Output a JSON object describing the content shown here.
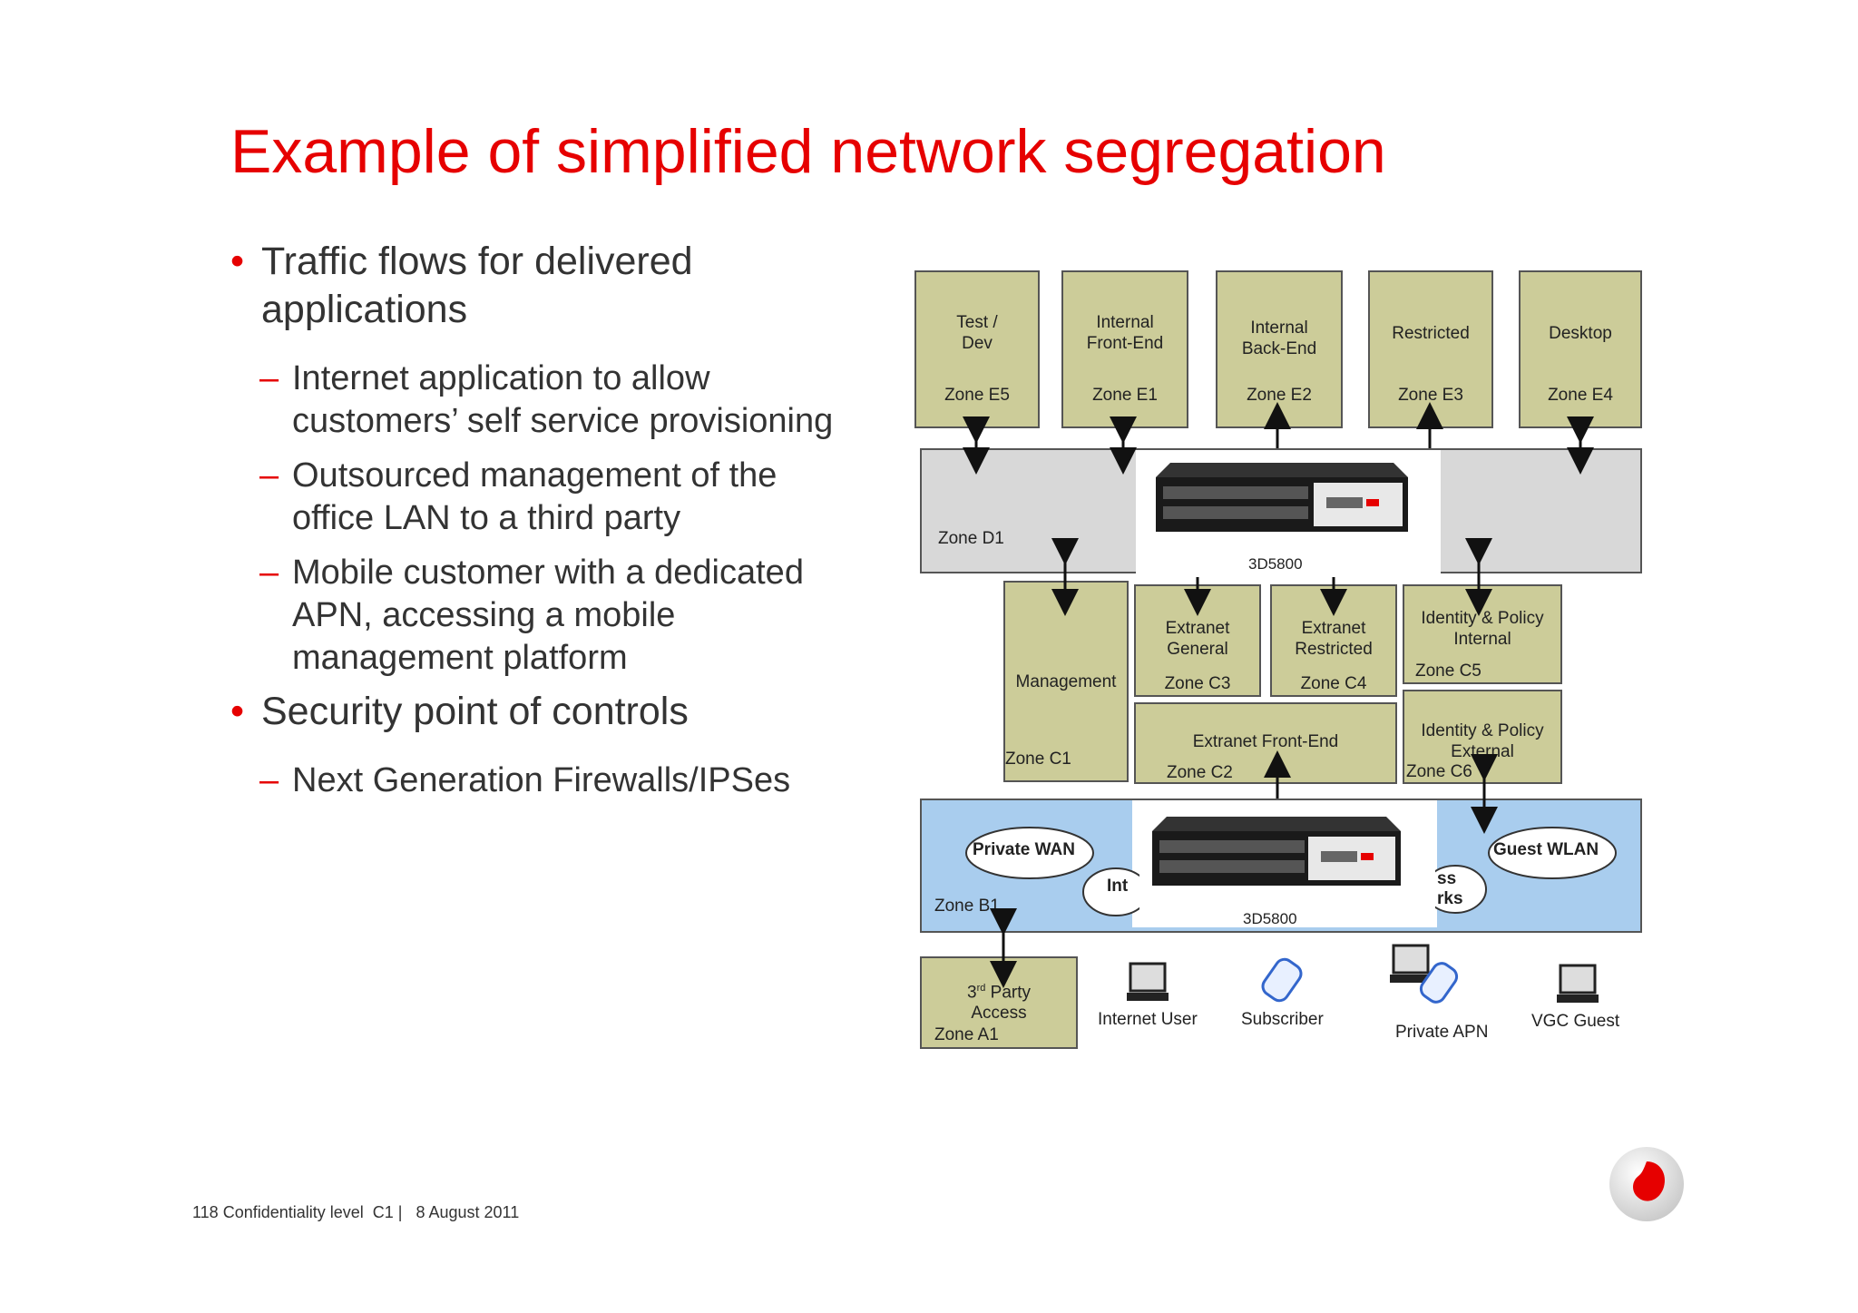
{
  "title": "Example of simplified network segregation",
  "bullets": [
    {
      "text": "Traffic flows for delivered applications",
      "subs": [
        "Internet application to allow customers’ self service provisioning",
        "Outsourced management of the office LAN to a third party",
        "Mobile customer with a dedicated APN, accessing a mobile management platform"
      ]
    },
    {
      "text": "Security point of controls",
      "subs": [
        "Next Generation Firewalls/IPSes"
      ]
    }
  ],
  "footer": "118 Confidentiality level  C1 |   8 August 2011",
  "diagram": {
    "zones_e": [
      {
        "name": "Test /\nDev",
        "zone": "Zone E5"
      },
      {
        "name": "Internal\nFront-End",
        "zone": "Zone E1"
      },
      {
        "name": "Internal\nBack-End",
        "zone": "Zone E2"
      },
      {
        "name": "Restricted",
        "zone": "Zone E3"
      },
      {
        "name": "Desktop",
        "zone": "Zone E4"
      }
    ],
    "zone_d1": "Zone D1",
    "device_label": "3D5800",
    "management": {
      "name": "Management",
      "zone": "Zone C1"
    },
    "extranet_general": {
      "name": "Extranet\nGeneral",
      "zone": "Zone C3"
    },
    "extranet_restricted": {
      "name": "Extranet\nRestricted",
      "zone": "Zone C4"
    },
    "identity_internal": {
      "name": "Identity & Policy\nInternal",
      "zone": "Zone C5"
    },
    "extranet_frontend": {
      "name": "Extranet Front-End",
      "zone": "Zone C2"
    },
    "identity_external": {
      "name": "Identity & Policy\nExternal",
      "zone": "Zone C6"
    },
    "zone_b1": "Zone B1",
    "clouds": [
      "Private WAN",
      "Int",
      "ss\nrks",
      "Guest WLAN"
    ],
    "third_party": {
      "name": "Party\nAccess",
      "sup": "rd",
      "num": "3",
      "zone": "Zone A1"
    },
    "endpoints": [
      "Internet User",
      "Subscriber",
      "Private APN",
      "VGC Guest"
    ],
    "colors": {
      "zone_fill": "#cccc99",
      "zone_d": "#d8d8d8",
      "zone_b": "#a9cdee",
      "accent": "#e60000"
    }
  }
}
